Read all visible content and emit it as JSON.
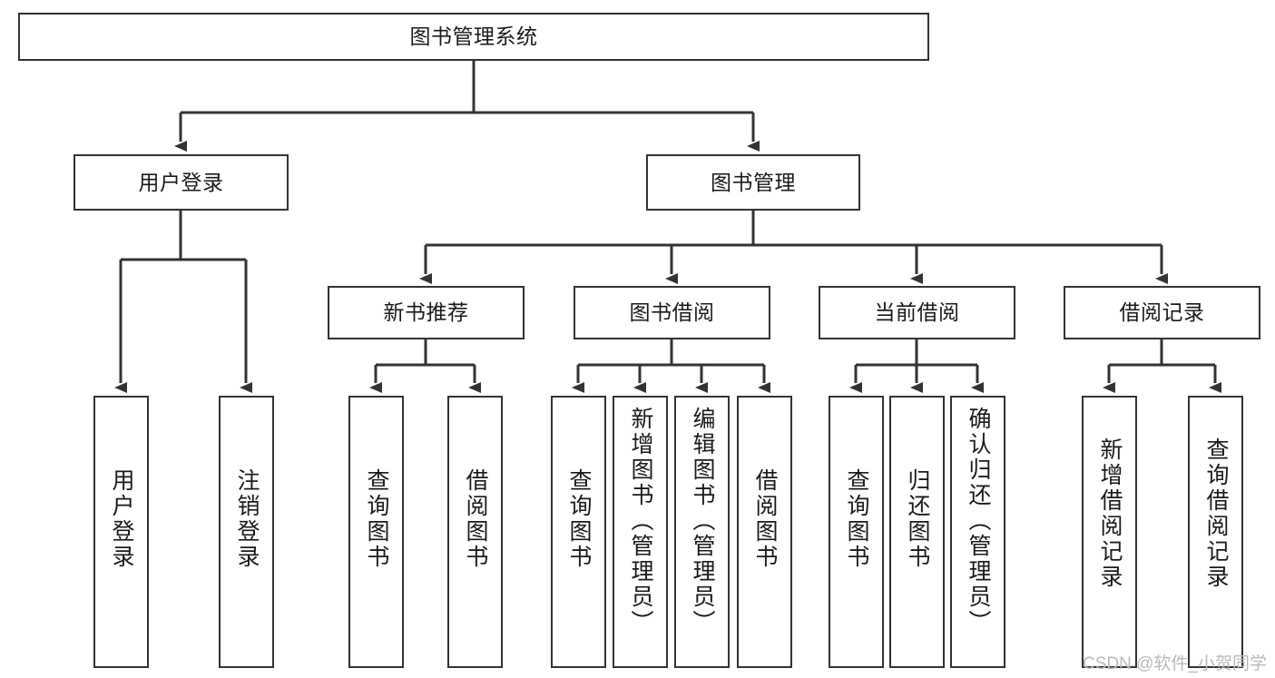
{
  "diagram": {
    "title": "图书管理系统",
    "type": "tree-hierarchy",
    "root": {
      "label": "图书管理系统"
    },
    "level2": [
      {
        "label": "用户登录"
      },
      {
        "label": "图书管理"
      }
    ],
    "level3": [
      {
        "label": "新书推荐"
      },
      {
        "label": "图书借阅"
      },
      {
        "label": "当前借阅"
      },
      {
        "label": "借阅记录"
      }
    ],
    "leaves": {
      "user_login": [
        {
          "label": "用户登录"
        },
        {
          "label": "注销登录"
        }
      ],
      "new_book_recommend": [
        {
          "label": "查询图书"
        },
        {
          "label": "借阅图书"
        }
      ],
      "book_borrow": [
        {
          "label": "查询图书"
        },
        {
          "label": "新增图书（管理员）"
        },
        {
          "label": "编辑图书（管理员）"
        },
        {
          "label": "借阅图书"
        }
      ],
      "current_borrow": [
        {
          "label": "查询图书"
        },
        {
          "label": "归还图书"
        },
        {
          "label": "确认归还（管理员）"
        }
      ],
      "borrow_record": [
        {
          "label": "新增借阅记录"
        },
        {
          "label": "查询借阅记录"
        }
      ]
    }
  },
  "watermark": {
    "text": "CSDN @软件_小贺同学"
  },
  "colors": {
    "box_border": "#333333",
    "box_fill": "#ffffff",
    "connector": "#333333",
    "text": "#1a1a1a",
    "watermark": "#b9b9b9"
  }
}
